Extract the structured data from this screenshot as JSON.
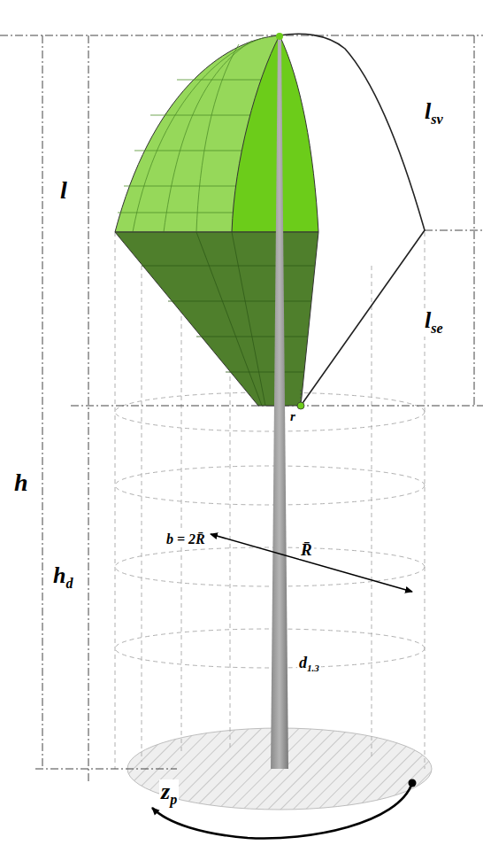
{
  "diagram": {
    "labels": [
      "lsv",
      "l",
      "lse",
      "h",
      "r",
      "hd",
      "b = 2R̄",
      "R̄",
      "d1.3",
      "zp"
    ]
  }
}
